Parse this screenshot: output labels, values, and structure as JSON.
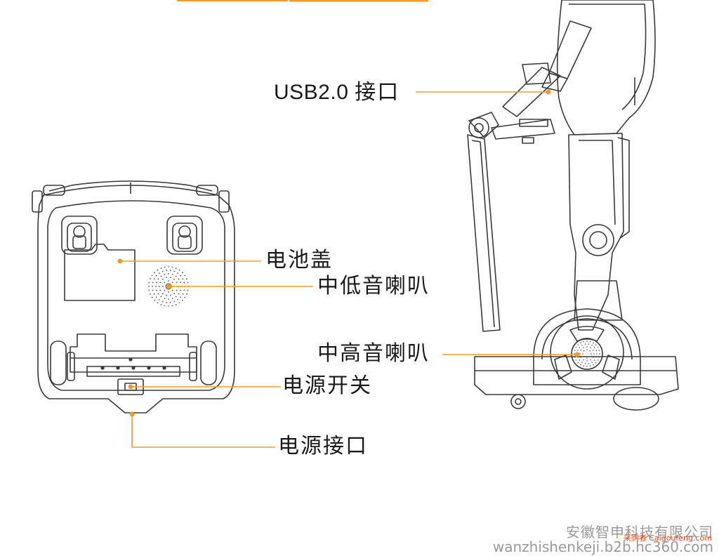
{
  "labels": {
    "usb_port": {
      "latin": "USB2.0",
      "cn": "接口"
    },
    "battery_cover": "电池盖",
    "bass_speaker": "中低音喇叭",
    "treble_speaker": "中高音喇叭",
    "power_switch": "电源开关",
    "power_port": "电源接口"
  },
  "watermark": {
    "company": "安徽智申科技有限公司",
    "site": "wanzhishenkeji.b2b.hc360.com",
    "source": "采购者 Caigoufeng.com"
  },
  "colors": {
    "leader": "#f39a2b",
    "line": "#3a3a3a",
    "label": "#1a1a1a",
    "watermark": "#9a9a9a",
    "source": "#e64a19"
  }
}
